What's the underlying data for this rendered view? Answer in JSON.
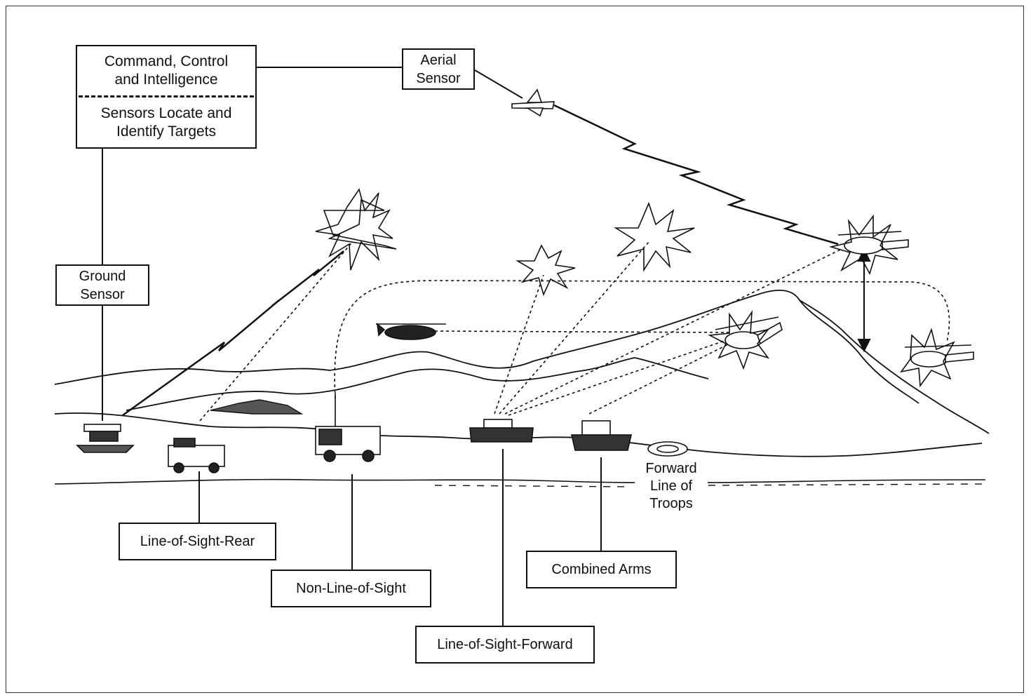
{
  "command_box": {
    "line1": "Command, Control",
    "line2": "and Intelligence",
    "line3": "Sensors Locate and",
    "line4": "Identify Targets"
  },
  "aerial_sensor": {
    "line1": "Aerial",
    "line2": "Sensor"
  },
  "ground_sensor": {
    "line1": "Ground",
    "line2": "Sensor"
  },
  "systems": {
    "los_rear": "Line-of-Sight-Rear",
    "non_los": "Non-Line-of-Sight",
    "los_forward": "Line-of-Sight-Forward",
    "combined_arms": "Combined Arms"
  },
  "flot": {
    "line1": "Forward",
    "line2": "Line of",
    "line3": "Troops"
  }
}
